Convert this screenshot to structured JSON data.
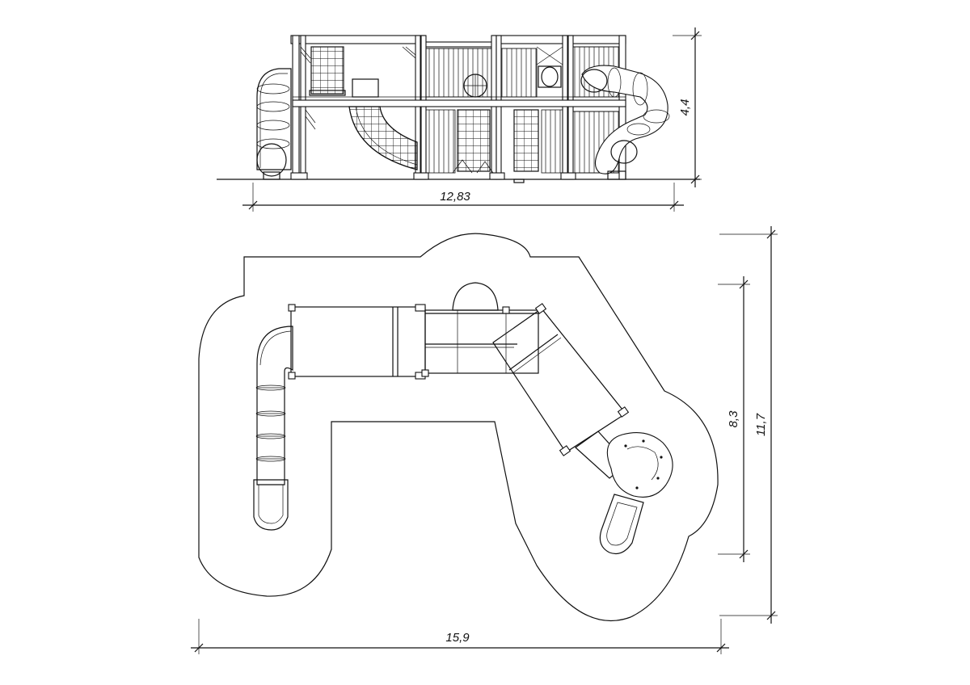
{
  "front_view": {
    "width_label": "12,83",
    "height_label": "4,4"
  },
  "plan_view": {
    "width_label": "15,9",
    "depth_label": "8,3",
    "total_depth_label": "11,7"
  },
  "colors": {
    "line": "#111111",
    "background": "#ffffff"
  }
}
